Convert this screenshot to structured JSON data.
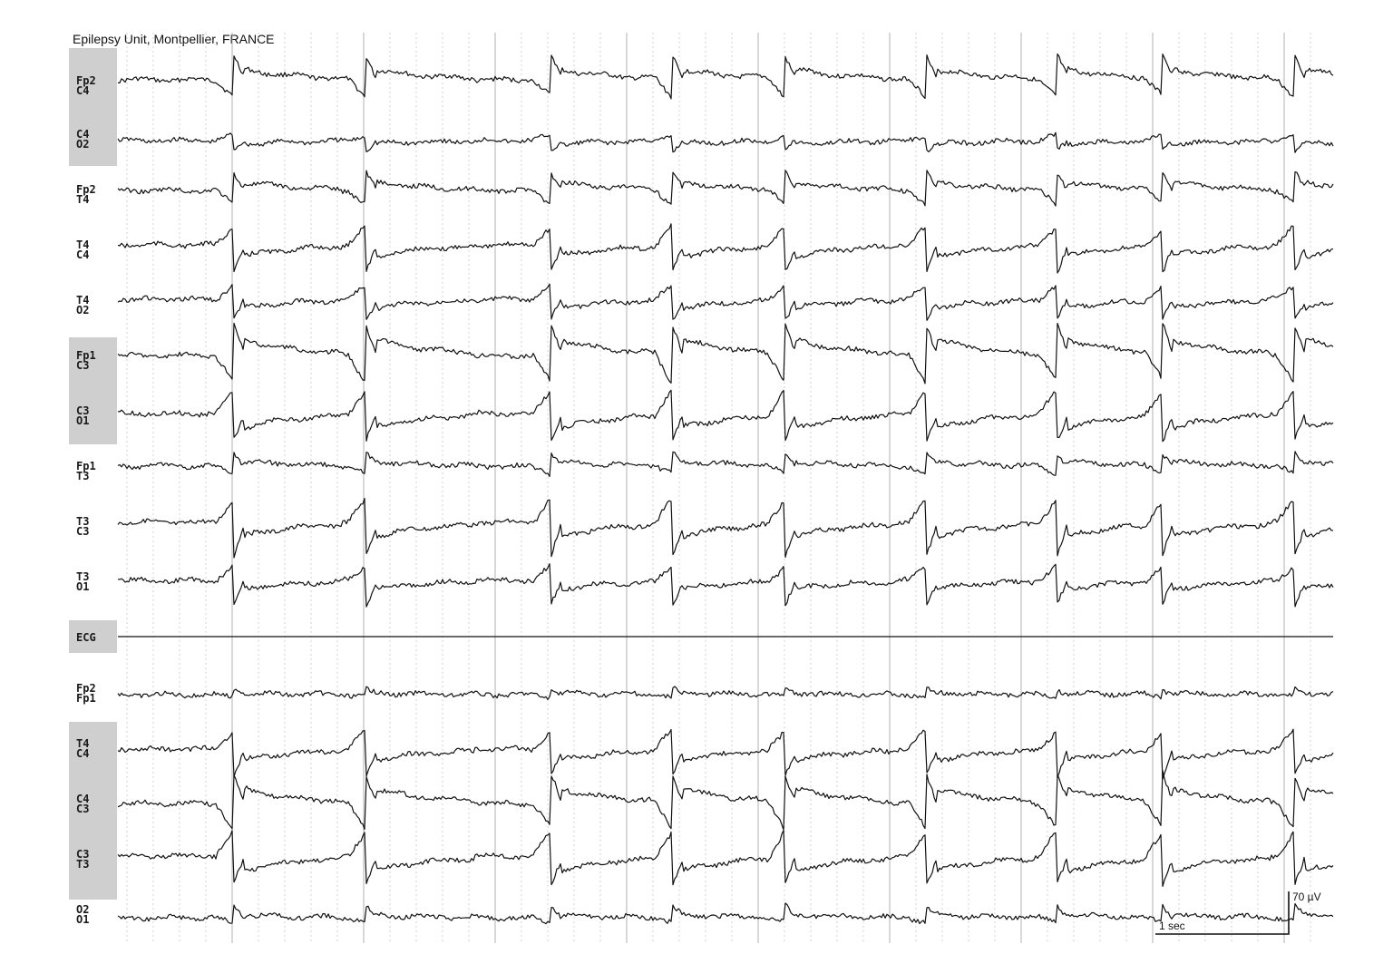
{
  "header": {
    "title": "Epilepsy Unit, Montpellier, FRANCE"
  },
  "montage": {
    "shade_color": "#cfcfcf",
    "channels": [
      {
        "id": "fp2-c4",
        "line1": "Fp2",
        "line2": "C4"
      },
      {
        "id": "c4-o2",
        "line1": "C4",
        "line2": "O2"
      },
      {
        "id": "fp2-t4",
        "line1": "Fp2",
        "line2": "T4"
      },
      {
        "id": "t4-c4",
        "line1": "T4",
        "line2": "C4"
      },
      {
        "id": "t4-o2",
        "line1": "T4",
        "line2": "O2"
      },
      {
        "id": "fp1-c3",
        "line1": "Fp1",
        "line2": "C3"
      },
      {
        "id": "c3-o1",
        "line1": "C3",
        "line2": "O1"
      },
      {
        "id": "fp1-t3",
        "line1": "Fp1",
        "line2": "T3"
      },
      {
        "id": "t3-c3",
        "line1": "T3",
        "line2": "C3"
      },
      {
        "id": "t3-o1",
        "line1": "T3",
        "line2": "O1"
      },
      {
        "id": "ecg",
        "line1": "ECG",
        "line2": ""
      },
      {
        "id": "fp2-fp1",
        "line1": "Fp2",
        "line2": "Fp1"
      },
      {
        "id": "t4-c4-b",
        "line1": "T4",
        "line2": "C4"
      },
      {
        "id": "c4-c3",
        "line1": "C4",
        "line2": "C3"
      },
      {
        "id": "c3-t3",
        "line1": "C3",
        "line2": "T3"
      },
      {
        "id": "o2-o1",
        "line1": "O2",
        "line2": "O1"
      }
    ]
  },
  "calibration": {
    "amplitude_label": "70 µV",
    "time_label": "1 sec"
  }
}
